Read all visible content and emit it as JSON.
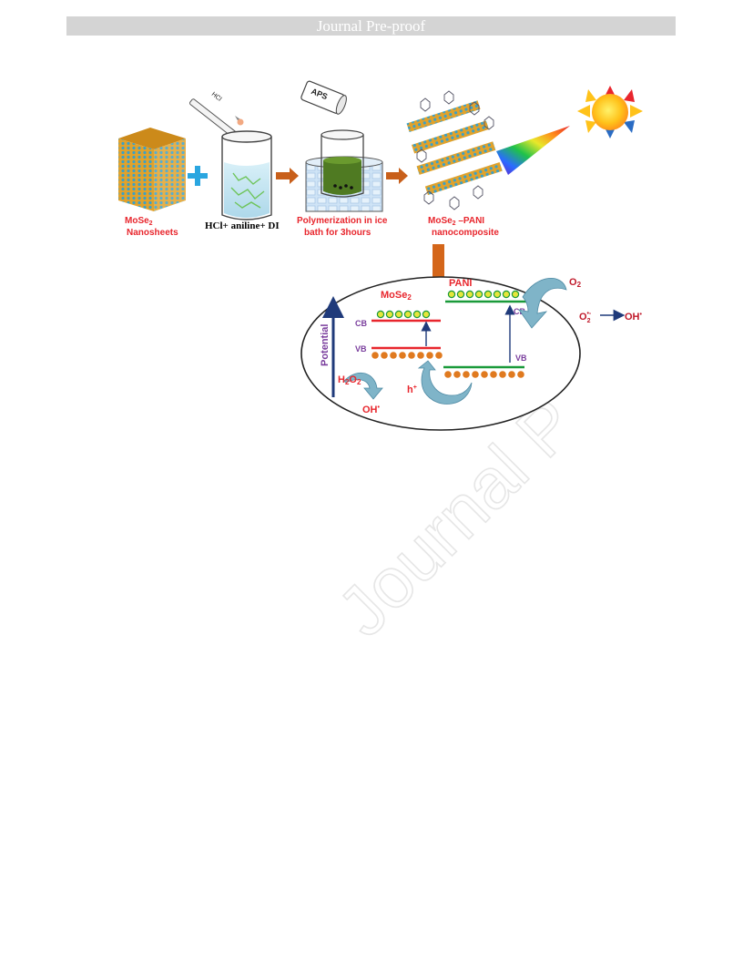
{
  "header": {
    "title": "Journal Pre-proof"
  },
  "watermark": {
    "text": "Journal Pre-proof"
  },
  "scheme": {
    "mose2_label_1": "MoSe",
    "mose2_label_sub": "2",
    "mose2_label_2": "Nanosheets",
    "hcl_tag": "HCl",
    "aps_tag": "APS",
    "mix_label": "HCl+ aniline+ DI",
    "poly_label_1": "Polymerization  in ice",
    "poly_label_2": "bath for 3hours",
    "comp_label_1a": "MoSe",
    "comp_label_1b": "2",
    "comp_label_1c": " –PANI",
    "comp_label_2": "nanocomposite"
  },
  "mechanism": {
    "pani": "PANI",
    "mose2": "MoSe",
    "mose2_sub": "2",
    "cb_left": "CB",
    "vb_left": "VB",
    "cb_right": "CB",
    "vb_right": "VB",
    "potential": "Potential",
    "h2o2": "H",
    "h2o2_sub1": "2",
    "h2o2_o": "O",
    "h2o2_sub2": "2",
    "oh_left": "OH",
    "oh_left_sup": "•",
    "hplus": "h",
    "hplus_sup": "+",
    "o2": "O",
    "o2_sub": "2",
    "o2minus": "O",
    "o2minus_sub": "2",
    "o2minus_sup": "•-",
    "oh_right": "OH",
    "oh_right_sup": "•"
  },
  "colors": {
    "red": "#e8262d",
    "purple": "#7a3e9d",
    "navy": "#1f3a7a",
    "orange": "#e07a1f",
    "green": "#1a9a3a",
    "yellow_dot": "#e6e63a",
    "arrow_orange": "#c85f1a",
    "teal": "#7fb4c8"
  }
}
